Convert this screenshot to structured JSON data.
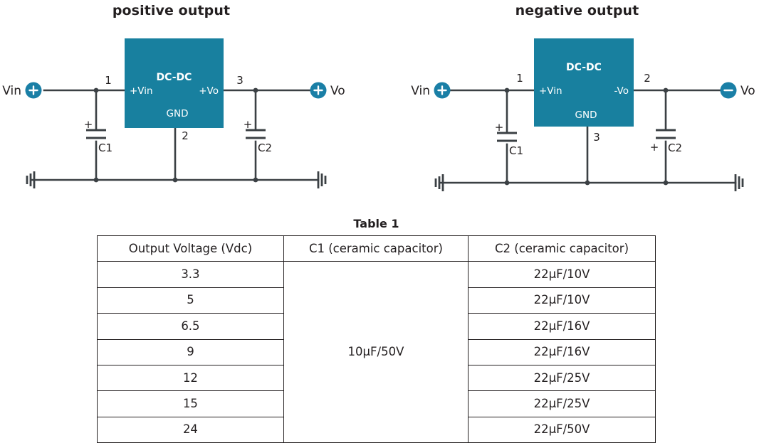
{
  "diagrams": [
    {
      "title": "positive output",
      "block_label": "DC-DC",
      "pin_in_label": "+Vin",
      "pin_out_label": "+Vo",
      "pin_gnd_label": "GND",
      "pin_num_in": "1",
      "pin_num_gnd": "2",
      "pin_num_out": "3",
      "input_terminal_label": "Vin",
      "input_terminal_polarity": "+",
      "output_terminal_label": "Vo",
      "output_terminal_polarity": "+",
      "cap_in_label": "C1",
      "cap_in_polarity": "+",
      "cap_out_label": "C2",
      "cap_out_polarity": "+"
    },
    {
      "title": "negative output",
      "block_label": "DC-DC",
      "pin_in_label": "+Vin",
      "pin_out_label": "-Vo",
      "pin_gnd_label": "GND",
      "pin_num_in": "1",
      "pin_num_gnd": "3",
      "pin_num_out": "2",
      "input_terminal_label": "Vin",
      "input_terminal_polarity": "+",
      "output_terminal_label": "Vo",
      "output_terminal_polarity": "−",
      "cap_in_label": "C1",
      "cap_in_polarity": "+",
      "cap_out_label": "C2",
      "cap_out_polarity": "+"
    }
  ],
  "table": {
    "title": "Table 1",
    "headers": [
      "Output Voltage (Vdc)",
      "C1 (ceramic capacitor)",
      "C2 (ceramic capacitor)"
    ],
    "c1_value": "10µF/50V",
    "rows": [
      {
        "voltage": "3.3",
        "c2": "22µF/10V"
      },
      {
        "voltage": "5",
        "c2": "22µF/10V"
      },
      {
        "voltage": "6.5",
        "c2": "22µF/16V"
      },
      {
        "voltage": "9",
        "c2": "22µF/16V"
      },
      {
        "voltage": "12",
        "c2": "22µF/25V"
      },
      {
        "voltage": "15",
        "c2": "22µF/25V"
      },
      {
        "voltage": "24",
        "c2": "22µF/50V"
      }
    ]
  },
  "colors": {
    "block_teal": "#18809f",
    "terminal_teal": "#1a7fa6",
    "wire": "#3b4044",
    "text": "#231f20"
  }
}
